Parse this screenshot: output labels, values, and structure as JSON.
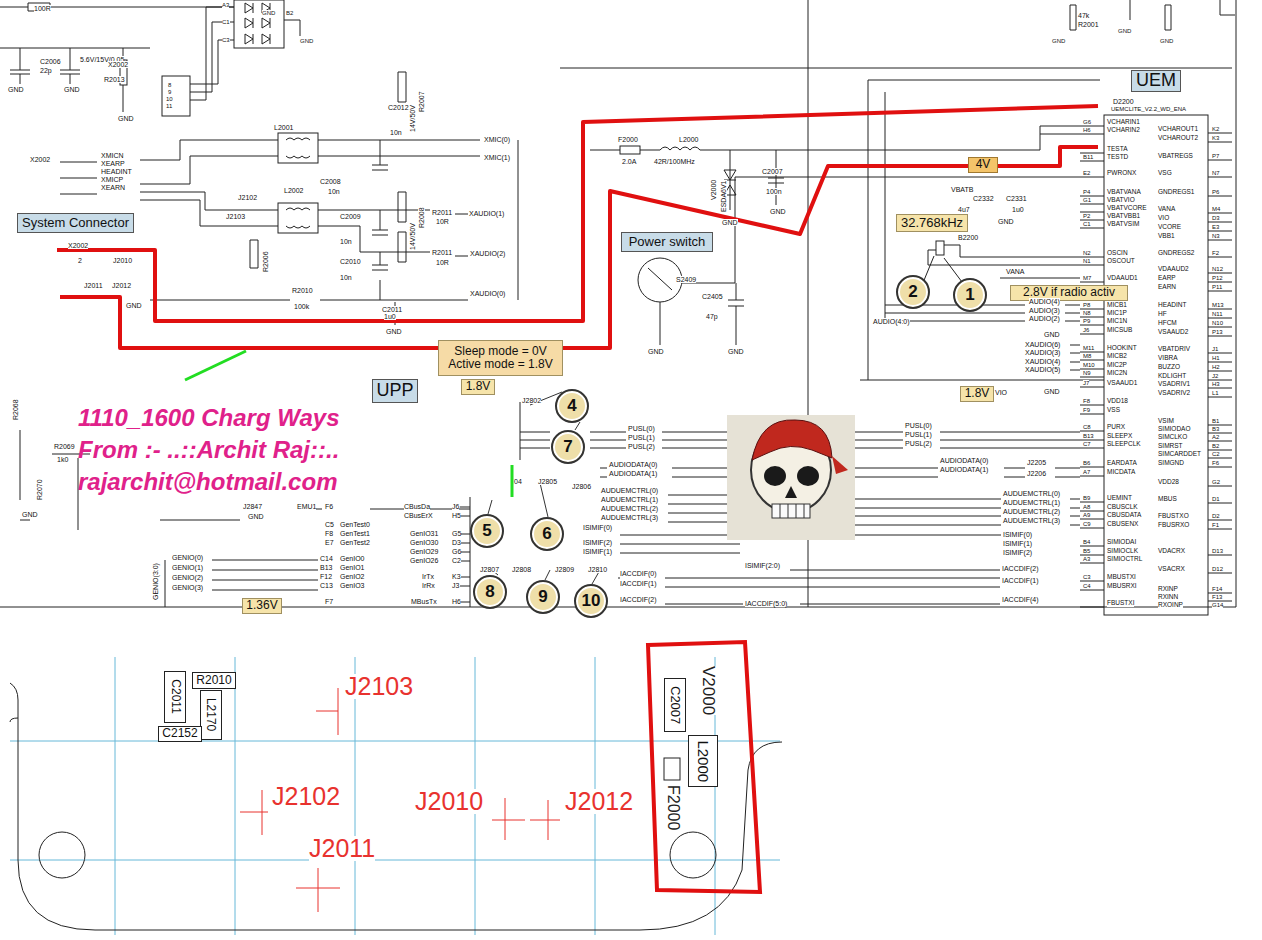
{
  "diagram": {
    "title": "1110_1600 Charg Ways",
    "nodes": [
      {
        "text": [
          "System Connector"
        ]
      },
      {
        "text": [
          "Power switch"
        ]
      },
      {
        "text": [
          "UEM"
        ]
      },
      {
        "text": [
          "UPP"
        ]
      },
      {
        "text": [
          "32.768kHz"
        ]
      },
      {
        "text": [
          "4V"
        ]
      },
      {
        "text": [
          "2.8V if radio activ"
        ]
      },
      {
        "text": [
          "Sleep mode = 0V",
          "Active mode = 1.8V"
        ]
      },
      {
        "text": [
          "1.8V"
        ]
      },
      {
        "text": [
          "1.8V"
        ]
      },
      {
        "text": [
          "1.36V"
        ]
      },
      {
        "text": [
          "4"
        ]
      },
      {
        "text": [
          "7"
        ]
      },
      {
        "text": [
          "5"
        ]
      },
      {
        "text": [
          "6"
        ]
      },
      {
        "text": [
          "8"
        ]
      },
      {
        "text": [
          "9"
        ]
      },
      {
        "text": [
          "10"
        ]
      },
      {
        "text": [
          "2"
        ]
      },
      {
        "text": [
          "1"
        ]
      },
      {
        "text": [
          "C2011"
        ]
      },
      {
        "text": [
          "R2010"
        ]
      },
      {
        "text": [
          "L2170"
        ]
      },
      {
        "text": [
          "C2152"
        ]
      },
      {
        "text": [
          "C2007"
        ]
      },
      {
        "text": [
          "L2000"
        ]
      }
    ],
    "labels": [
      "100R",
      "C2006",
      "22p",
      "5.6V/15V/0.05",
      "R2013",
      "GND",
      "GND",
      "GND",
      "X2002",
      "8",
      "9",
      "10",
      "11",
      "A3",
      "C1",
      "C3",
      "GND",
      "B2",
      "GND",
      "C2012",
      "10n",
      "14V/50V",
      "R2007",
      "XMIC(0)",
      "XMIC(1)",
      "L2001",
      "X2002",
      "XMICN",
      "XEARP",
      "HEADINT",
      "XMICP",
      "XEARN",
      "J2102",
      "J2103",
      "L2002",
      "C2008",
      "10n",
      "14V/50V",
      "R2008",
      "C2009",
      "10n",
      "R2011",
      "10R",
      "XAUDIO(1)",
      "R2006",
      "C2010",
      "10n",
      "R2011",
      "10R",
      "XAUDIO(2)",
      "R2010",
      "100k",
      "XAUDIO(0)",
      "C2011",
      "1u0",
      "GND",
      "X2002",
      "2",
      "J2010",
      "J2011",
      "J2012",
      "GND",
      "F2000",
      "2.0A",
      "L2000",
      "42R/100MHz",
      "V2000",
      "ESDA6V1",
      "GND",
      "C2007",
      "100n",
      "GND",
      "S2409",
      "C2405",
      "47p",
      "GND",
      "GND",
      "47k",
      "R2001",
      "GND",
      "GND",
      "GND",
      "D2200",
      "UEMCLITE_V2.2_WD_ENA",
      "B2200",
      "AUDIO(4:0)",
      "VANA",
      "VBATB",
      "C2332",
      "C2331",
      "4u7",
      "1u0",
      "GND",
      "AUDIO(4)",
      "AUDIO(3)",
      "AUDIO(2)",
      "GND",
      "XAUDIO(6)",
      "XAUDIO(3)",
      "XAUDIO(4)",
      "XAUDIO(5)",
      "VIO",
      "GND",
      "PUSL(0)",
      "PUSL(1)",
      "PUSL(2)",
      "AUDIODATA(0)",
      "AUDIODATA(1)",
      "J2205",
      "J2206",
      "AUDUEMCTRL(0)",
      "AUDUEMCTRL(1)",
      "AUDUEMCTRL(2)",
      "AUDUEMCTRL(3)",
      "ISIMIF(0)",
      "ISIMIF(1)",
      "ISIMIF(2)",
      "ISIMIF(2:0)",
      "IACCDIF(2)",
      "IACCDIF(1)",
      "IACCDIF(4)",
      "IACCDIF(5:0)",
      "J2802",
      "PUSL(0)",
      "PUSL(1)",
      "PUSL(2)",
      "AUDIODATA(0)",
      "AUDIODATA(1)",
      "J2805",
      "J2806",
      "AUDUEMCTRL(0)",
      "AUDUEMCTRL(1)",
      "AUDUEMCTRL(2)",
      "AUDUEMCTRL(3)",
      "ISIMIF(0)",
      "ISIMIF(2)",
      "ISIMIF(1)",
      "J2807",
      "J2808",
      "J2809",
      "J2810",
      "IACCDIF(0)",
      "IACCDIF(1)",
      "IACCDIF(2)",
      "04",
      "CBusDa",
      "CBusErX",
      "J6",
      "H5",
      "GenIO31",
      "GenIO30",
      "GenIO29",
      "GenIO26",
      "G5",
      "D3",
      "G6",
      "C2",
      "IrTx",
      "IrRx",
      "K3",
      "J3",
      "MBusTx",
      "H6",
      "J2847",
      "GND",
      "EMU1",
      "F6",
      "C5",
      "GenTest0",
      "F8",
      "GenTest1",
      "E7",
      "GenTest2",
      "C14",
      "GenIO0",
      "B13",
      "GenIO1",
      "F12",
      "GenIO2",
      "C13",
      "GenIO3",
      "F7",
      "GENIO(0)",
      "GENIO(1)",
      "GENIO(2)",
      "GENIO(3)",
      "GENIO(3:0)",
      "R2069",
      "1k0",
      "R2068",
      "R2070",
      "GND",
      "VCHARIN1",
      "VCHARIN2",
      "TESTA",
      "TESTD",
      "PWRONX",
      "VBATVANA",
      "VBATVIO",
      "VBATVCORE",
      "VBATVBB1",
      "VBATVSIM",
      "OSCIN",
      "OSCOUT",
      "VDAAUD1",
      "MICB1",
      "MIC1P",
      "MIC1N",
      "MICSUB",
      "HOOKINT",
      "MICB2",
      "MIC2P",
      "MIC2N",
      "VSAAUD1",
      "VDD18",
      "VSS",
      "PURX",
      "SLEEPX",
      "SLEEPCLK",
      "EARDATA",
      "MICDATA",
      "UEMINT",
      "CBUSCLK",
      "CBUSDATA",
      "CBUSENX",
      "SIMIODAI",
      "SIMIOCLK",
      "SIMIOCTRL",
      "MBUSTXI",
      "MBUSRXI",
      "FBUSTXI",
      "G6",
      "H6",
      "B11",
      "E2",
      "P4",
      "G1",
      "P2",
      "C1",
      "N2",
      "N1",
      "M7",
      "P8",
      "N8",
      "P9",
      "J6",
      "M11",
      "M8",
      "M10",
      "N9",
      "J7",
      "F8",
      "F9",
      "C8",
      "B13",
      "C7",
      "B6",
      "A7",
      "B9",
      "A8",
      "A9",
      "C9",
      "B4",
      "B5",
      "A3",
      "C3",
      "C4",
      "VCHAROUT1",
      "K2",
      "VCHAROUT2",
      "K3",
      "VBATREGS",
      "P7",
      "VSG",
      "N7",
      "GNDREGS1",
      "P6",
      "VANA",
      "M4",
      "VIO",
      "D3",
      "VCORE",
      "E3",
      "VBB1",
      "N3",
      "GNDREGS2",
      "F2",
      "VDAAUD2",
      "N12",
      "EARP",
      "P12",
      "EARN",
      "P11",
      "HEADINT",
      "M13",
      "HF",
      "N11",
      "HFCM",
      "N10",
      "VSAAUD2",
      "P13",
      "VBATDRIV",
      "J1",
      "VIBRA",
      "H1",
      "BUZZO",
      "H2",
      "KDLIGHT",
      "J2",
      "VSADRIV1",
      "H3",
      "VSADRIV2",
      "L1",
      "VSIM",
      "B1",
      "SIMIODAO",
      "B3",
      "SIMCLKO",
      "A2",
      "SIMRST",
      "B2",
      "SIMCARDDET",
      "C2",
      "SIMGND",
      "F6",
      "VDD28",
      "G2",
      "MBUS",
      "D1",
      "FBUSTXO",
      "D2",
      "FBUSRXO",
      "F1",
      "VDACRX",
      "D13",
      "VSACRX",
      "D12",
      "RXINP",
      "F14",
      "RXINN",
      "F13",
      "RXOINP",
      "G14",
      "J2103",
      "J2102",
      "J2010",
      "J2012",
      "J2011",
      "V2000",
      "F2000",
      "From :- ..::Archit Raj::..",
      "rajarchit@hotmail.com"
    ]
  }
}
